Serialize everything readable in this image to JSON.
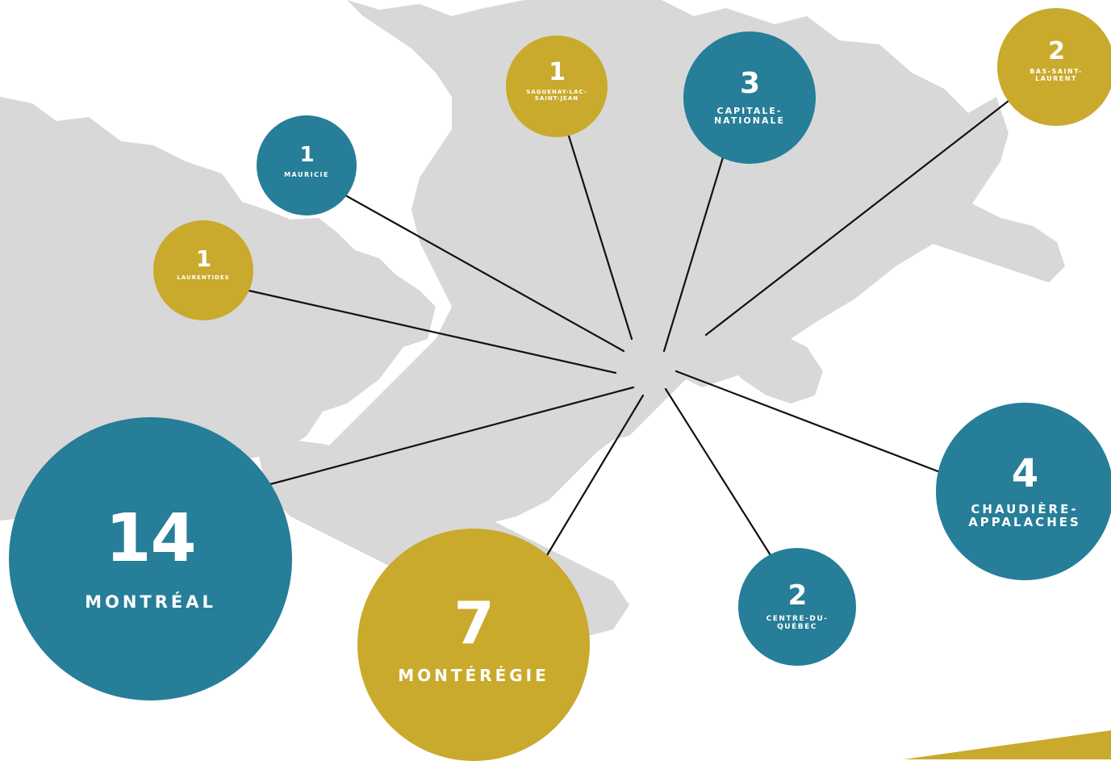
{
  "colors": {
    "teal": "#267e98",
    "gold": "#c9aa2c",
    "land": "#d8d8d8",
    "line": "#111111"
  },
  "regions": [
    {
      "id": "montreal",
      "count": "14",
      "name": "MONTRÉAL",
      "color": "teal"
    },
    {
      "id": "monteregie",
      "count": "7",
      "name": "MONTÉRÉGIE",
      "color": "gold"
    },
    {
      "id": "chaudiere-appalaches",
      "count": "4",
      "name": "CHAUDIÈRE-APPALACHES",
      "color": "teal"
    },
    {
      "id": "capitale-nationale",
      "count": "3",
      "name": "CAPITALE-NATIONALE",
      "color": "teal"
    },
    {
      "id": "bas-saint-laurent",
      "count": "2",
      "name": "BAS-SAINT-LAURENT",
      "color": "gold"
    },
    {
      "id": "centre-du-quebec",
      "count": "2",
      "name": "CENTRE-DU-QUÉBEC",
      "color": "teal"
    },
    {
      "id": "saguenay-lac-saint-jean",
      "count": "1",
      "name": "SAGUENAY-LAC-SAINT-JEAN",
      "color": "gold"
    },
    {
      "id": "mauricie",
      "count": "1",
      "name": "MAURICIE",
      "color": "teal"
    },
    {
      "id": "laurentides",
      "count": "1",
      "name": "LAURENTIDES",
      "color": "gold"
    }
  ]
}
